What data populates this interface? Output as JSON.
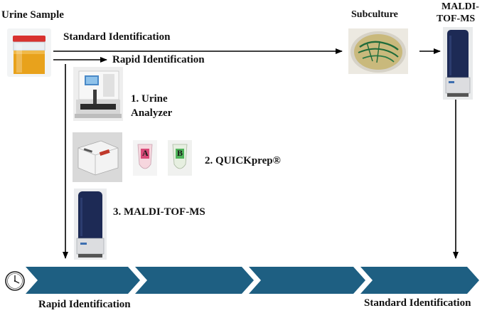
{
  "labels": {
    "urine_sample": "Urine Sample",
    "standard_id_top": "Standard Identification",
    "rapid_id_top": "Rapid Identification",
    "subculture": "Subculture",
    "maldi_top_line1": "MALDI-",
    "maldi_top_line2": "TOF-MS",
    "step1_line1": "1. Urine",
    "step1_line2": "Analyzer",
    "step2": "2. QUICKprep®",
    "step3": "3. MALDI-TOF-MS",
    "rapid_id_bottom": "Rapid Identification",
    "standard_id_bottom": "Standard Identification"
  },
  "tube_labels": [
    "A",
    "B"
  ],
  "colors": {
    "timeline_fill": "#1e5f82",
    "arrow_stroke": "#000000",
    "urine": "#e8a21c",
    "cap": "#d8322f",
    "agar": "#c9b97c",
    "colony": "#1f6b3a",
    "instrument_body": "#1d2a55"
  },
  "icons": [
    "clock-icon"
  ]
}
